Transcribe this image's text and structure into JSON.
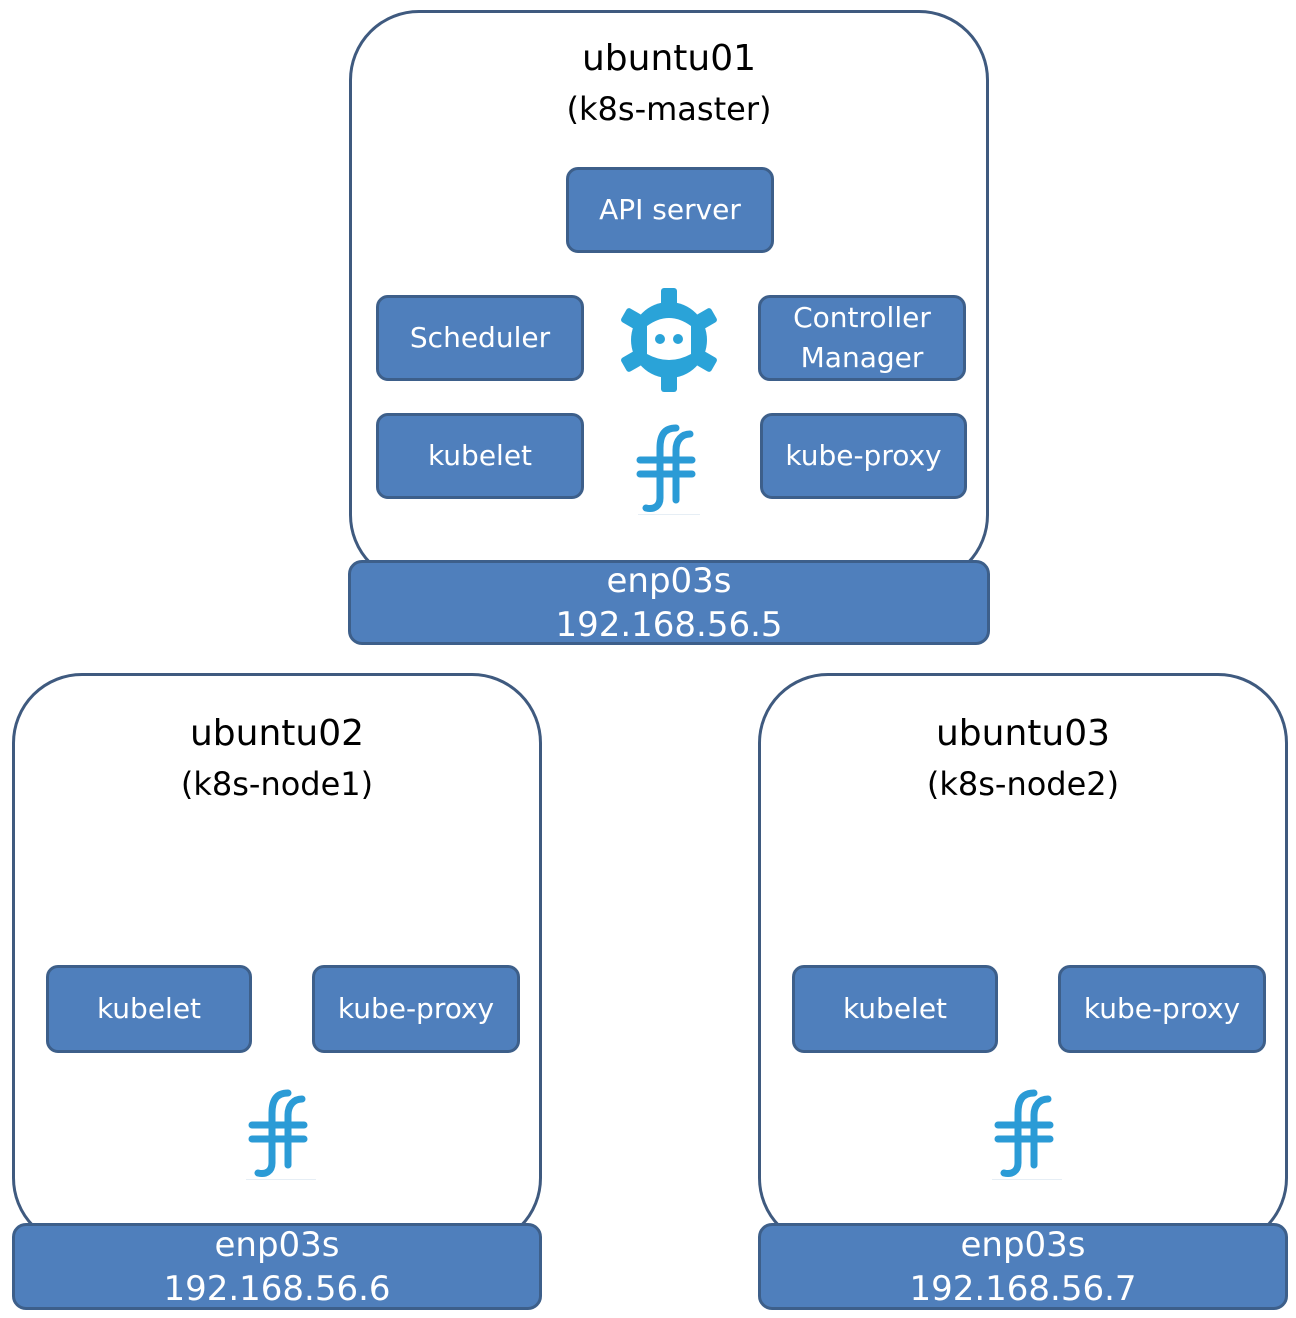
{
  "master": {
    "title": "ubuntu01",
    "role": "(k8s-master)",
    "components": {
      "api_server": "API server",
      "scheduler": "Scheduler",
      "controller_manager": "Controller\nManager",
      "kubelet": "kubelet",
      "kube_proxy": "kube-proxy"
    },
    "nic": {
      "name": "enp03s",
      "ip": "192.168.56.5"
    },
    "icons": [
      "etcd-icon",
      "flannel-icon"
    ]
  },
  "node1": {
    "title": "ubuntu02",
    "role": "(k8s-node1)",
    "components": {
      "kubelet": "kubelet",
      "kube_proxy": "kube-proxy"
    },
    "nic": {
      "name": "enp03s",
      "ip": "192.168.56.6"
    },
    "icons": [
      "flannel-icon"
    ]
  },
  "node2": {
    "title": "ubuntu03",
    "role": "(k8s-node2)",
    "components": {
      "kubelet": "kubelet",
      "kube_proxy": "kube-proxy"
    },
    "nic": {
      "name": "enp03s",
      "ip": "192.168.56.7"
    },
    "icons": [
      "flannel-icon"
    ]
  },
  "colors": {
    "component_fill": "#4f7fbc",
    "component_border": "#3d5f8a",
    "host_border": "#3f5a7f",
    "etcd_blue": "#2aa3d8",
    "flannel_blue": "#2b9bd6"
  }
}
